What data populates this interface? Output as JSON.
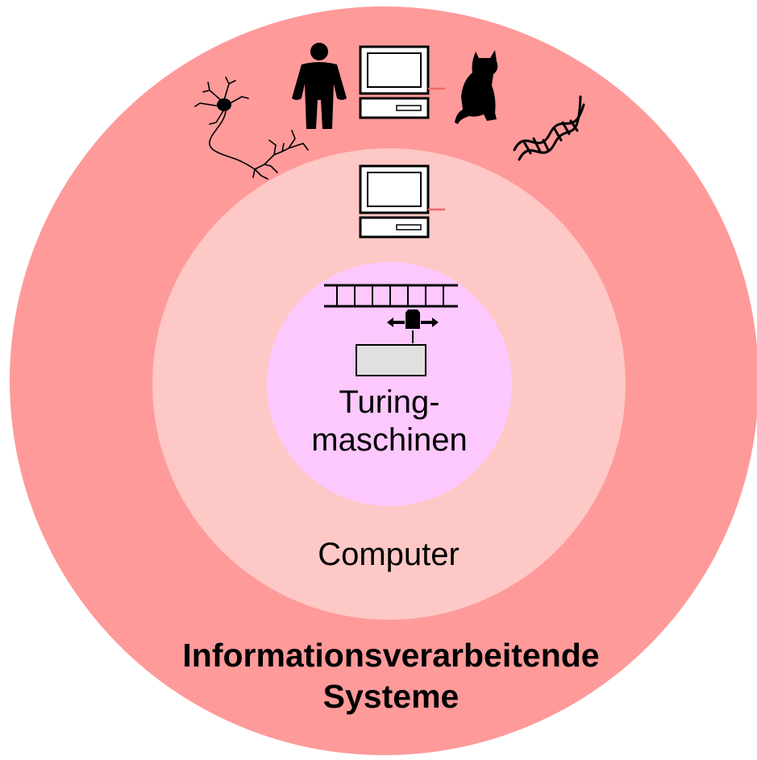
{
  "diagram": {
    "levels": [
      {
        "id": "outer",
        "label_line1": "Informationsverarbeitende",
        "label_line2": "Systeme",
        "color": "#fe9a9a"
      },
      {
        "id": "middle",
        "label_line1": "Computer",
        "color": "#fdc8c5"
      },
      {
        "id": "inner",
        "label_line1": "Turing-",
        "label_line2": "maschinen",
        "color": "#fdc8fd"
      }
    ],
    "outer_icons": [
      "neuron-icon",
      "person-icon",
      "computer-icon",
      "cat-icon",
      "dna-icon"
    ],
    "middle_icons": [
      "computer-icon"
    ],
    "inner_icons": [
      "turing-machine-icon"
    ],
    "colors": {
      "tape": "#000000",
      "control_box": "#e0e0e0",
      "connector": "#f06a6a"
    }
  }
}
